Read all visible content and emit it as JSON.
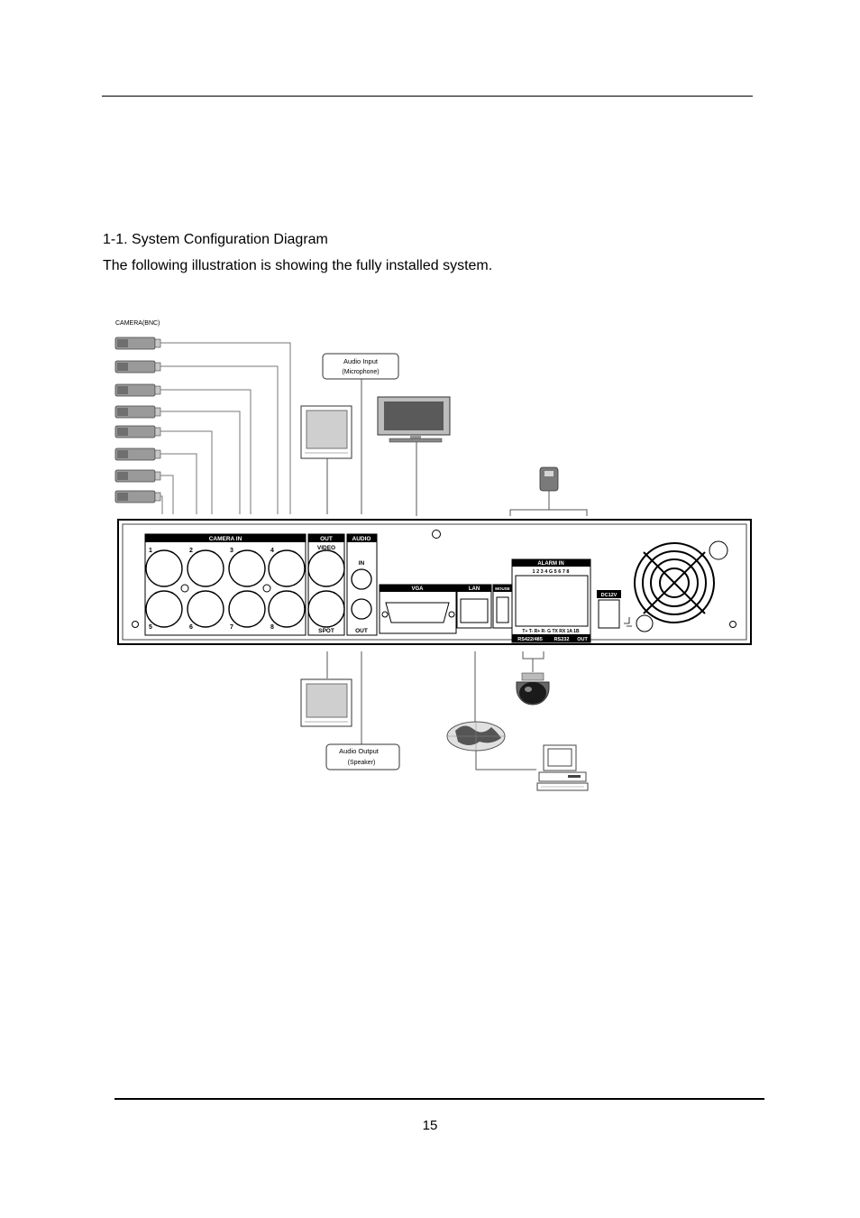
{
  "section": {
    "title": "1-1. System Configuration Diagram",
    "description": "The following illustration is showing the fully installed system."
  },
  "diagram": {
    "camera_label": "CAMERA(BNC)",
    "audio_input_line1": "Audio Input",
    "audio_input_line2": "(Microphone)",
    "audio_output_line1": "Audio Output",
    "audio_output_line2": "(Speaker)",
    "panel": {
      "camera_in": "CAMERA IN",
      "out": "OUT",
      "audio": "AUDIO",
      "video": "VIDEO",
      "spot": "SPOT",
      "audio_in": "IN",
      "audio_out": "OUT",
      "vga": "VGA",
      "lan": "LAN",
      "mouse": "MOUSE",
      "alarm_in": "ALARM IN",
      "alarm_numbers": "1 2 3 4 G 5 6 7 8",
      "terminal_pins": "T+ T- R+ R- G TX RX 1A 1B",
      "rs485": "RS422/485",
      "rs232": "RS232",
      "alarm_out": "OUT",
      "dc": "DC12V",
      "ch1": "1",
      "ch2": "2",
      "ch3": "3",
      "ch4": "4",
      "ch5": "5",
      "ch6": "6",
      "ch7": "7",
      "ch8": "8"
    }
  },
  "footer": {
    "page_number": "15"
  }
}
